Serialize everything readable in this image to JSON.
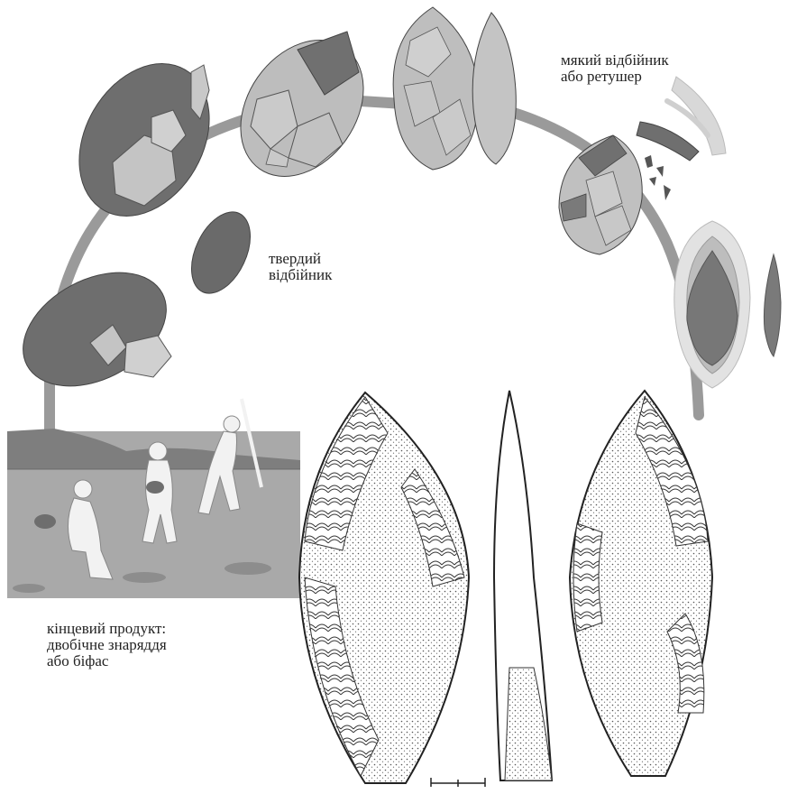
{
  "labels": {
    "soft_hammer": {
      "line1": "мякий відбійник",
      "line2": "або ретушер"
    },
    "hard_hammer": {
      "line1": "твердий",
      "line2": "відбійник"
    },
    "final_product": {
      "line1": "кінцевий продукт:",
      "line2": "двобічне знаряддя",
      "line3": "або біфас"
    }
  },
  "colors": {
    "arc": "#8a8a8a",
    "cortex": "#6e6e6e",
    "flaked": "#b9b9b9",
    "light": "#d4d4d4",
    "outline": "#333333",
    "ground": "#a9a9a9",
    "hill": "#7e7e7e",
    "figure": "#f2f2f2"
  },
  "icons": [
    "hard-hammerstone-icon",
    "soft-hammer-antler-icon",
    "scale-bar-icon"
  ]
}
